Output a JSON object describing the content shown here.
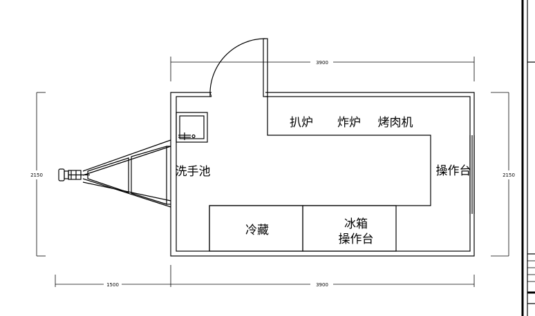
{
  "dimensions": {
    "top_width": "3900",
    "bottom_width": "3900",
    "bottom_tongue": "1500",
    "left_height": "2150",
    "right_height": "2150"
  },
  "labels": {
    "griddle": "扒炉",
    "fryer": "炸炉",
    "grill": "烤肉机",
    "sink": "洗手池",
    "counter_right": "操作台",
    "cold_storage": "冷藏",
    "fridge_counter_line1": "冰箱",
    "fridge_counter_line2": "操作台"
  }
}
